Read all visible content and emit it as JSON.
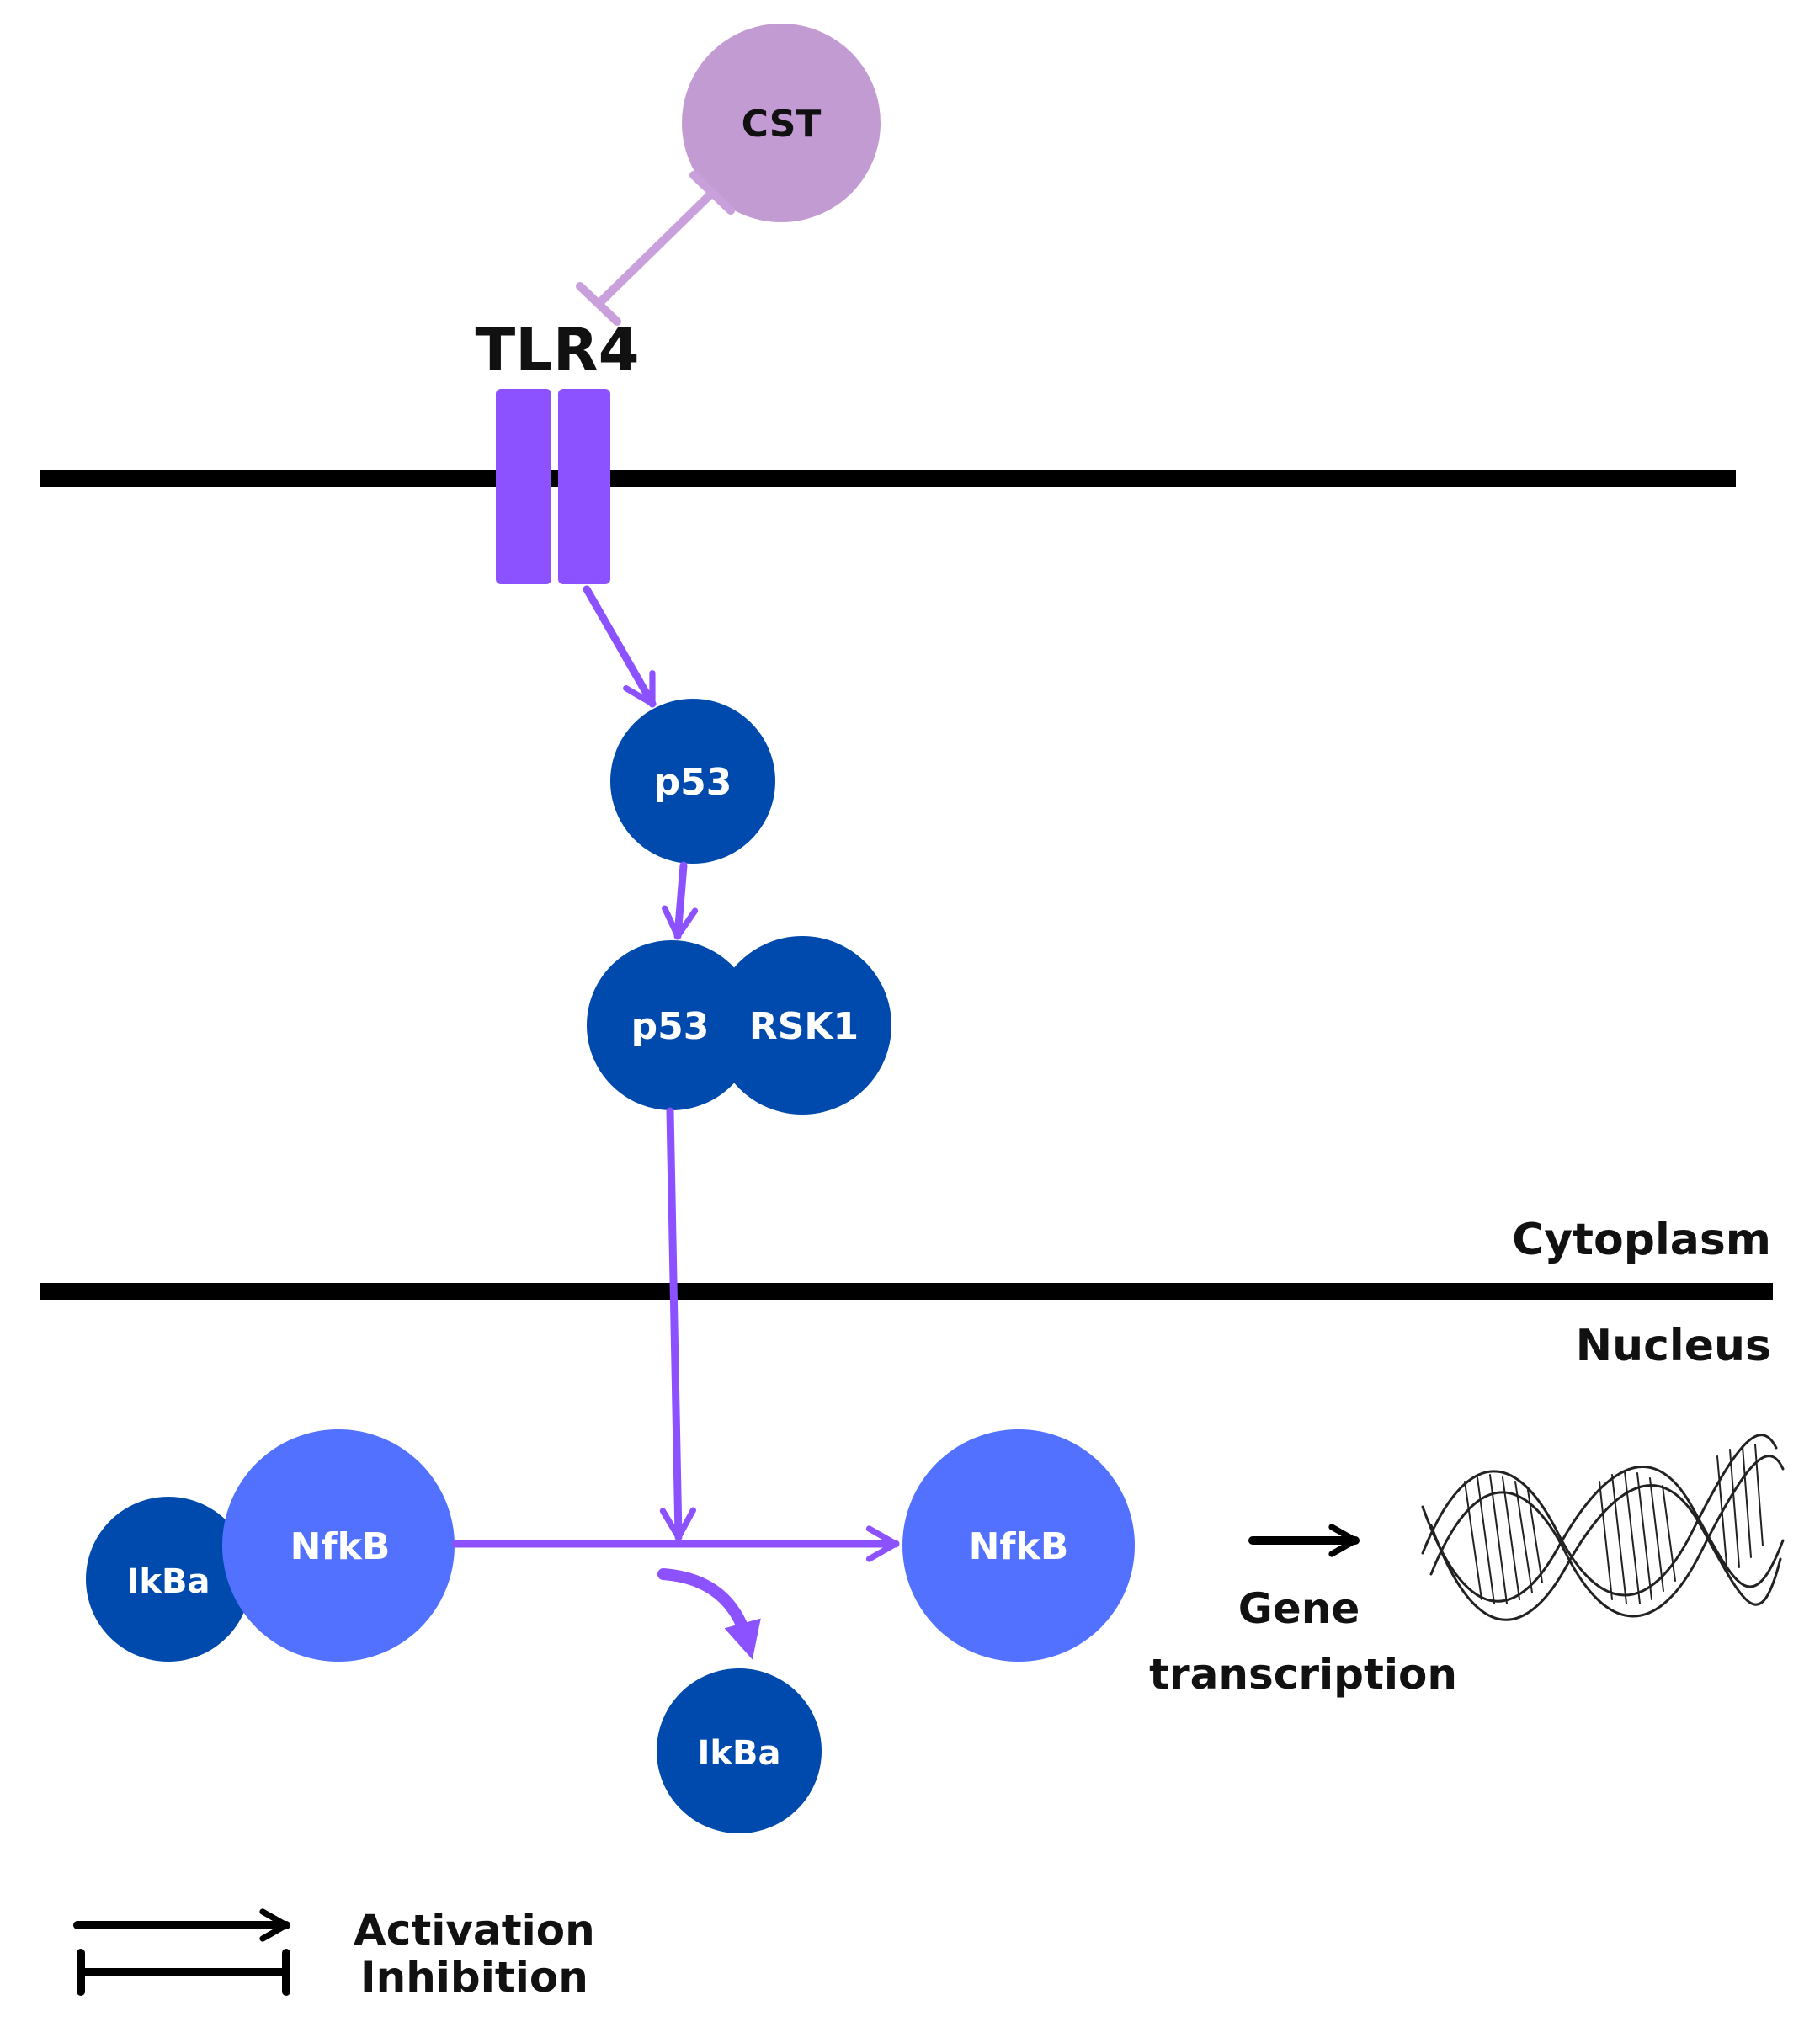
{
  "colors": {
    "background": "#ffffff",
    "membrane": "#000000",
    "receptor": "#8c52ff",
    "activation_arrow": "#8c52ff",
    "inhibitor_node": "#c39bd3",
    "inhibition_line": "#c9a0dc",
    "dark_node": "#004aad",
    "light_node": "#5271ff",
    "text_dark": "#111111",
    "text_light": "#ffffff"
  },
  "nodes": {
    "cst": "CST",
    "tlr4": "TLR4",
    "p53": "p53",
    "complex_p53": "p53",
    "complex_rsk1": "RSK1",
    "ikba_bound": "IkBa",
    "nfkb_bound": "NfkB",
    "nfkb_free": "NfkB",
    "ikba_released": "IkBa"
  },
  "compartments": {
    "cytoplasm": "Cytoplasm",
    "nucleus": "Nucleus"
  },
  "outcome": {
    "line1": "Gene",
    "line2": "transcription",
    "icon": "dna-helix-icon"
  },
  "legend": {
    "activation": "Activation",
    "inhibition": "Inhibition"
  }
}
